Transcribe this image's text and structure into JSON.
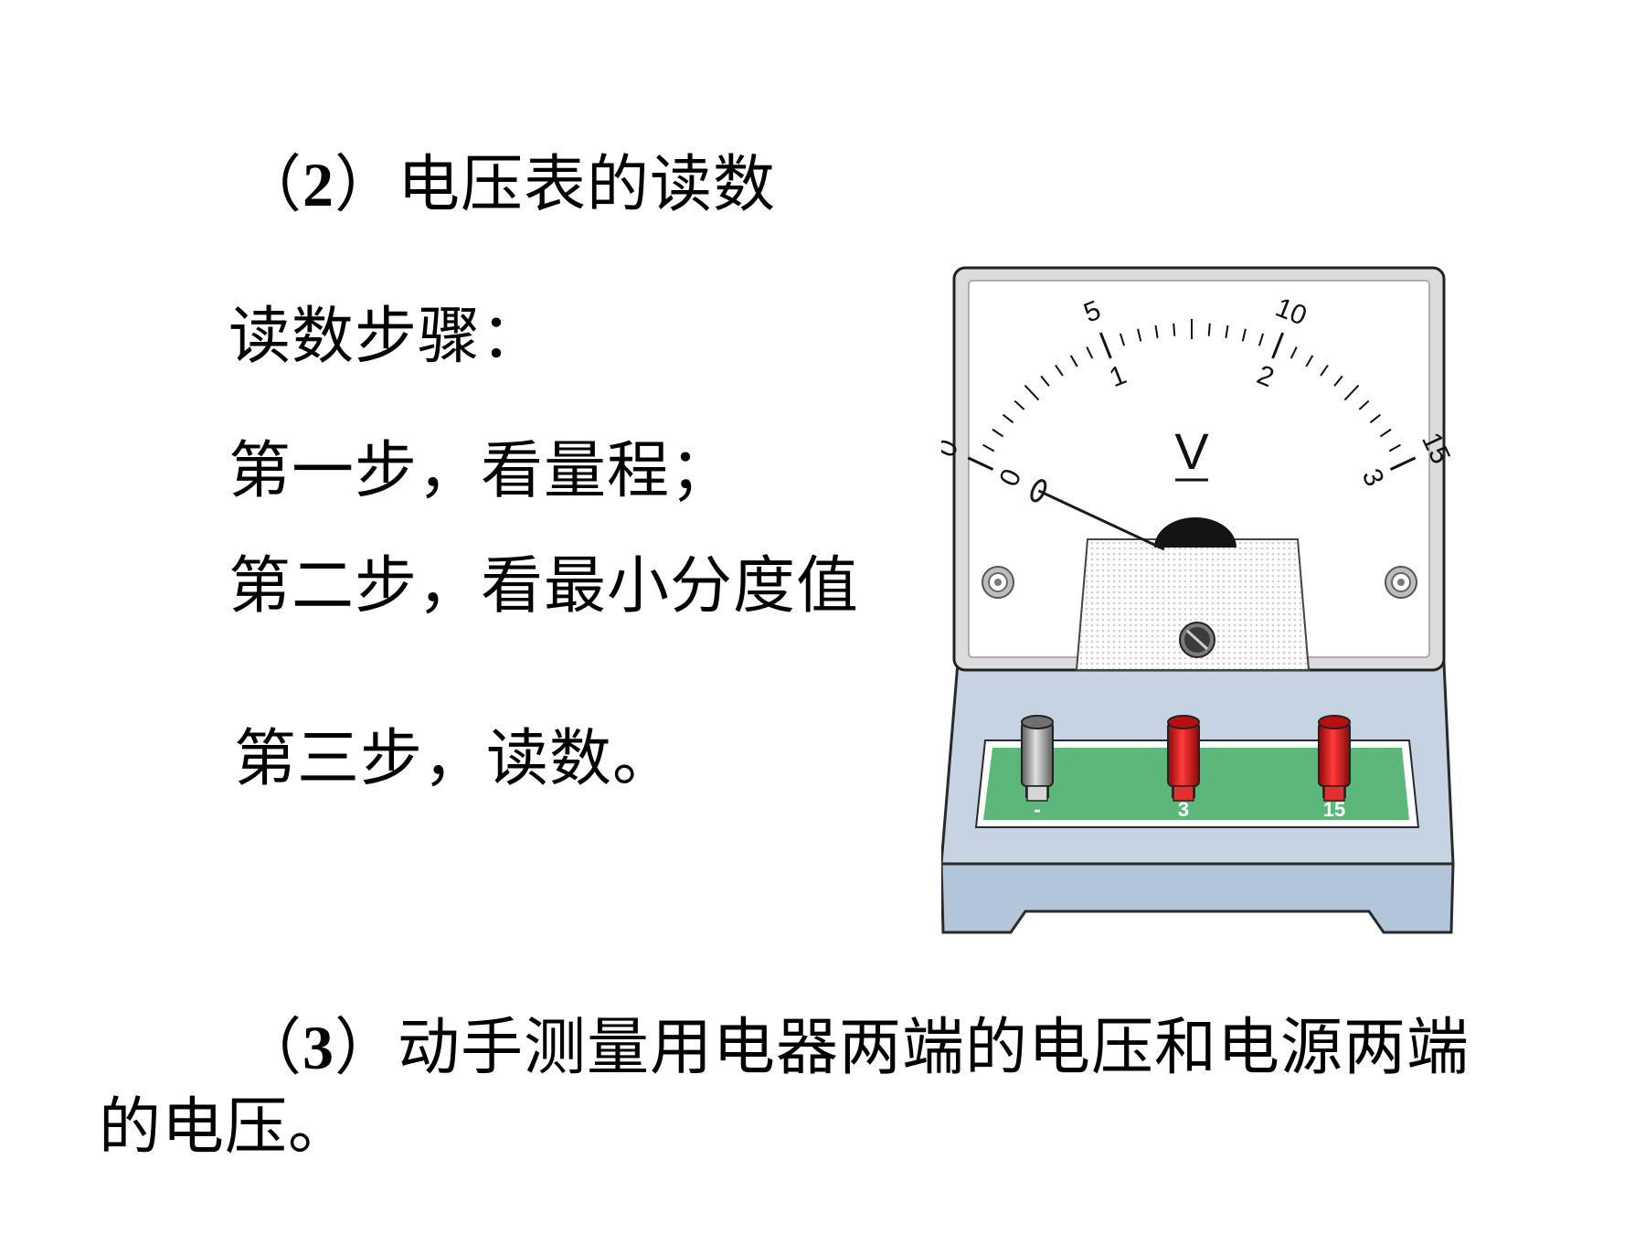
{
  "section_2": {
    "heading_open": "（",
    "heading_num": "2",
    "heading_close": "）电压表的读数"
  },
  "steps": {
    "label": "读数步骤：",
    "step_1": "第一步，看量程；",
    "step_2": "第二步，看最小分度值",
    "step_3": "第三步，读数。"
  },
  "section_3": {
    "heading_open": "（",
    "heading_num": "3",
    "heading_rest": "）动手测量用电器两端的电压和电源两端",
    "continuation": "的电压。"
  },
  "voltmeter": {
    "unit_symbol": "V",
    "outer_scale_labels": [
      "0",
      "5",
      "10",
      "15"
    ],
    "inner_scale_labels": [
      "0",
      "1",
      "2",
      "3"
    ],
    "terminals": [
      "-",
      "3",
      "15"
    ],
    "pointer_reading_fraction": 0,
    "colors": {
      "dial_face": "#ffffff",
      "base": "#c5d3e3",
      "terminal_panel": "#5cb87a",
      "terminal_negative": "#a8a8a8",
      "terminal_positive": "#d81e1e"
    }
  }
}
